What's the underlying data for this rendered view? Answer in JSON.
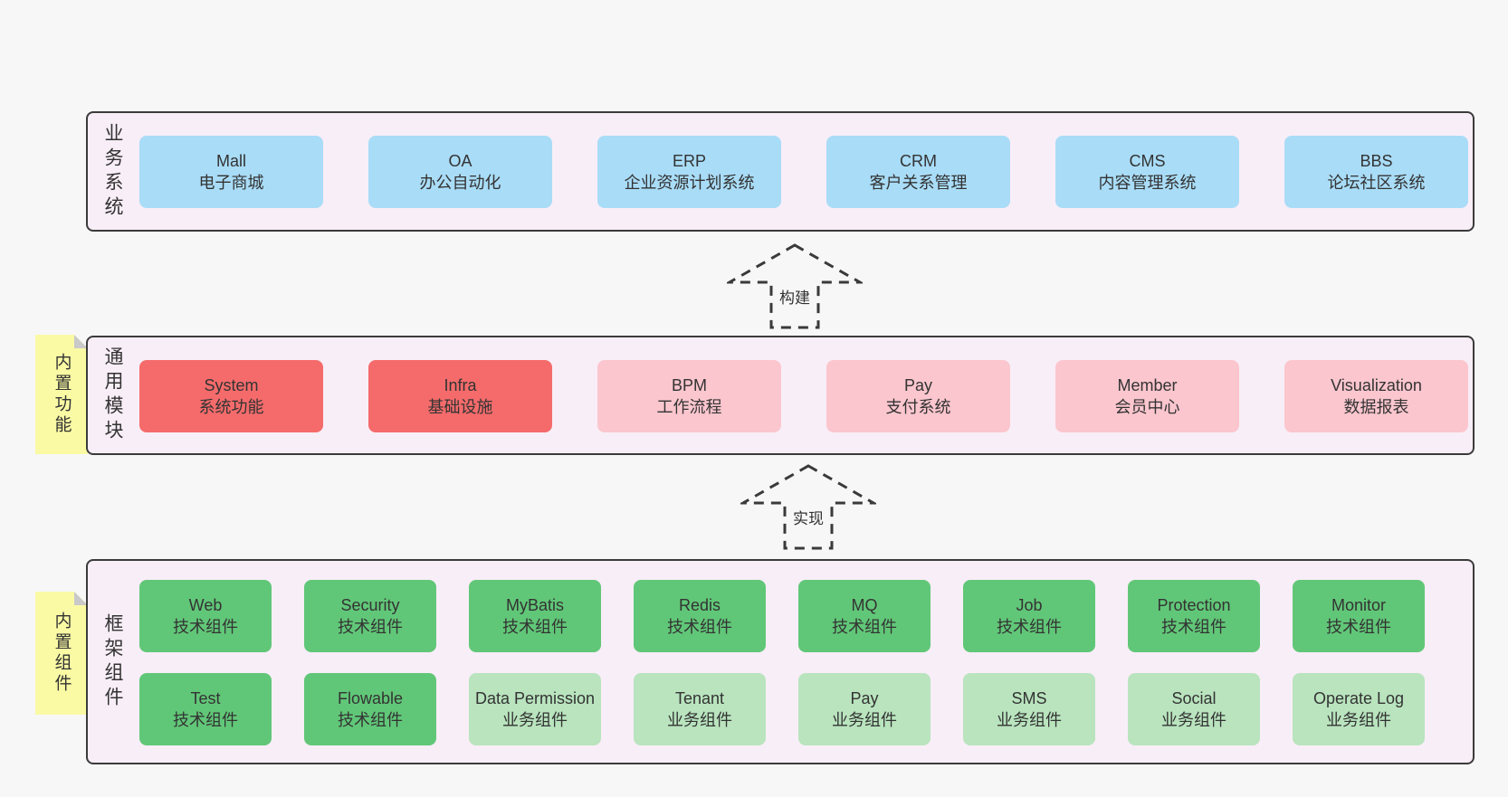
{
  "colors": {
    "page_bg": "#f7f7f7",
    "tier_bg": "#f8eef7",
    "tier_border": "#3b3b3b",
    "blue_box": "#a9dcf7",
    "red_box": "#f56b6b",
    "pink_box": "#fbc6ce",
    "green_box": "#61c778",
    "light_green_box": "#b9e4be",
    "sticky_yellow": "#fafaa5",
    "fold_gray": "#c9c9c9",
    "text": "#333333"
  },
  "arrows": [
    {
      "label": "构建"
    },
    {
      "label": "实现"
    }
  ],
  "tiers": [
    {
      "label": "业务系统",
      "boxes": [
        {
          "en": "Mall",
          "zh": "电子商城",
          "color": "blue"
        },
        {
          "en": "OA",
          "zh": "办公自动化",
          "color": "blue"
        },
        {
          "en": "ERP",
          "zh": "企业资源计划系统",
          "color": "blue"
        },
        {
          "en": "CRM",
          "zh": "客户关系管理",
          "color": "blue"
        },
        {
          "en": "CMS",
          "zh": "内容管理系统",
          "color": "blue"
        },
        {
          "en": "BBS",
          "zh": "论坛社区系统",
          "color": "blue"
        }
      ]
    },
    {
      "label": "通用模块",
      "tab": "内置功能",
      "boxes": [
        {
          "en": "System",
          "zh": "系统功能",
          "color": "red"
        },
        {
          "en": "Infra",
          "zh": "基础设施",
          "color": "red"
        },
        {
          "en": "BPM",
          "zh": "工作流程",
          "color": "pink"
        },
        {
          "en": "Pay",
          "zh": "支付系统",
          "color": "pink"
        },
        {
          "en": "Member",
          "zh": "会员中心",
          "color": "pink"
        },
        {
          "en": "Visualization",
          "zh": "数据报表",
          "color": "pink"
        }
      ]
    },
    {
      "label": "框架组件",
      "tab": "内置组件",
      "rows": [
        [
          {
            "en": "Web",
            "zh": "技术组件",
            "color": "green"
          },
          {
            "en": "Security",
            "zh": "技术组件",
            "color": "green"
          },
          {
            "en": "MyBatis",
            "zh": "技术组件",
            "color": "green"
          },
          {
            "en": "Redis",
            "zh": "技术组件",
            "color": "green"
          },
          {
            "en": "MQ",
            "zh": "技术组件",
            "color": "green"
          },
          {
            "en": "Job",
            "zh": "技术组件",
            "color": "green"
          },
          {
            "en": "Protection",
            "zh": "技术组件",
            "color": "green"
          },
          {
            "en": "Monitor",
            "zh": "技术组件",
            "color": "green"
          }
        ],
        [
          {
            "en": "Test",
            "zh": "技术组件",
            "color": "green"
          },
          {
            "en": "Flowable",
            "zh": "技术组件",
            "color": "green"
          },
          {
            "en": "Data Permission",
            "zh": "业务组件",
            "color": "lgreen"
          },
          {
            "en": "Tenant",
            "zh": "业务组件",
            "color": "lgreen"
          },
          {
            "en": "Pay",
            "zh": "业务组件",
            "color": "lgreen"
          },
          {
            "en": "SMS",
            "zh": "业务组件",
            "color": "lgreen"
          },
          {
            "en": "Social",
            "zh": "业务组件",
            "color": "lgreen"
          },
          {
            "en": "Operate Log",
            "zh": "业务组件",
            "color": "lgreen"
          }
        ]
      ]
    }
  ]
}
